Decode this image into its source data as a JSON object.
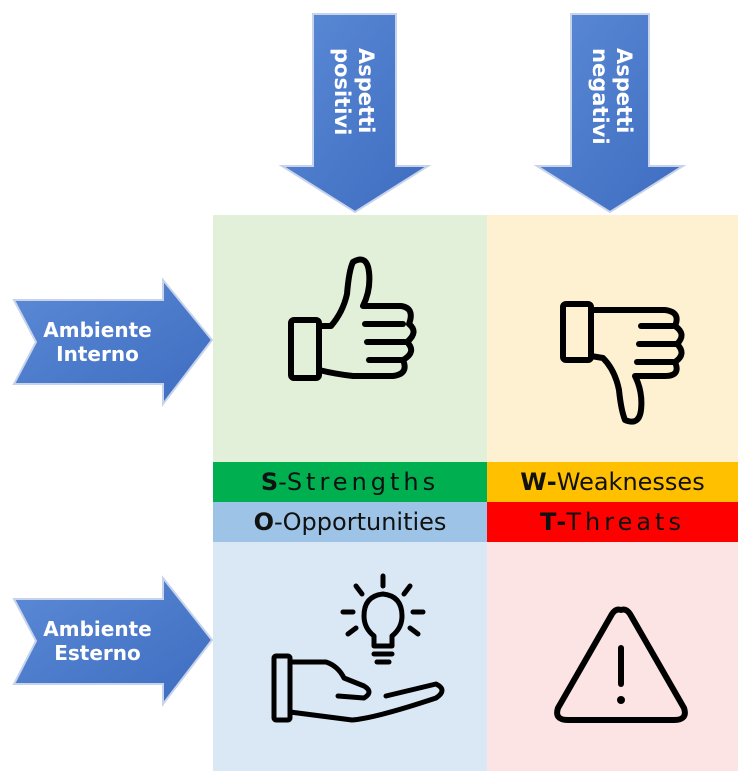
{
  "top_arrows": [
    {
      "line1": "Aspetti",
      "line2": "positivi"
    },
    {
      "line1": "Aspetti",
      "line2": "negativi"
    }
  ],
  "side_arrows": [
    {
      "line1": "Ambiente",
      "line2": "Interno"
    },
    {
      "line1": "Ambiente",
      "line2": "Esterno"
    }
  ],
  "quadrants": {
    "s": {
      "letter": "S",
      "sep": " - ",
      "word": "Strengths",
      "color": "#00b050",
      "icon": "thumbs-up-icon"
    },
    "w": {
      "letter": "W",
      "sep": " - ",
      "word": "Weaknesses",
      "color": "#ffc000",
      "icon": "thumbs-down-icon"
    },
    "o": {
      "letter": "O",
      "sep": " - ",
      "word": "Opportunities",
      "color": "#9dc3e6",
      "icon": "hand-lightbulb-icon"
    },
    "t": {
      "letter": "T",
      "sep": " - ",
      "word": "Threats",
      "color": "#ff0000",
      "icon": "warning-icon"
    }
  },
  "arrow_color": "#4472c4"
}
